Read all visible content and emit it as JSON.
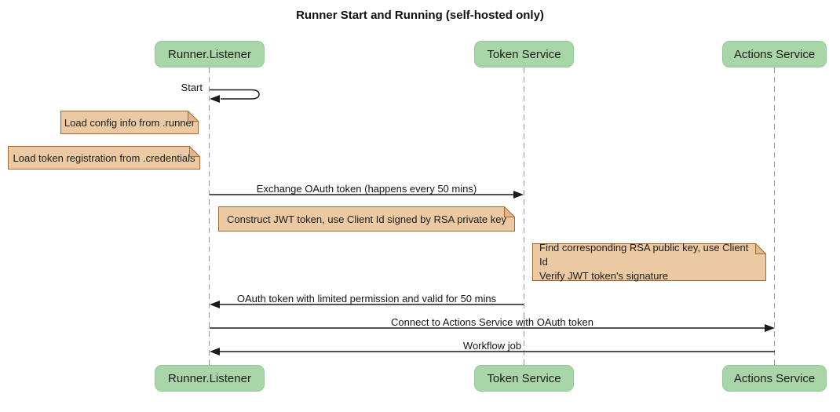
{
  "title": "Runner Start and Running (self-hosted only)",
  "participants": [
    {
      "label": "Runner.Listener"
    },
    {
      "label": "Token Service"
    },
    {
      "label": "Actions Service"
    }
  ],
  "messages": {
    "start": "Start",
    "exchange": "Exchange OAuth token (happens every 50 mins)",
    "oauth_return": "OAuth token with limited permission and valid for 50 mins",
    "connect": "Connect to Actions Service with OAuth token",
    "workflow": "Workflow job"
  },
  "notes": {
    "config": "Load config info from .runner",
    "credentials": "Load token registration from .credentials",
    "jwt": "Construct JWT token, use Client Id signed by RSA private key",
    "verify_line1": "Find corresponding RSA public key, use Client Id",
    "verify_line2": "Verify JWT token's signature"
  },
  "colors": {
    "actor_fill": "#a8d6a8",
    "actor_border": "#95c79a",
    "note_fill": "#eac9a3",
    "note_border": "#a5692f",
    "note_fold": "#dfb98d",
    "message_line": "#1b1b1b",
    "lifeline": "#999999"
  }
}
